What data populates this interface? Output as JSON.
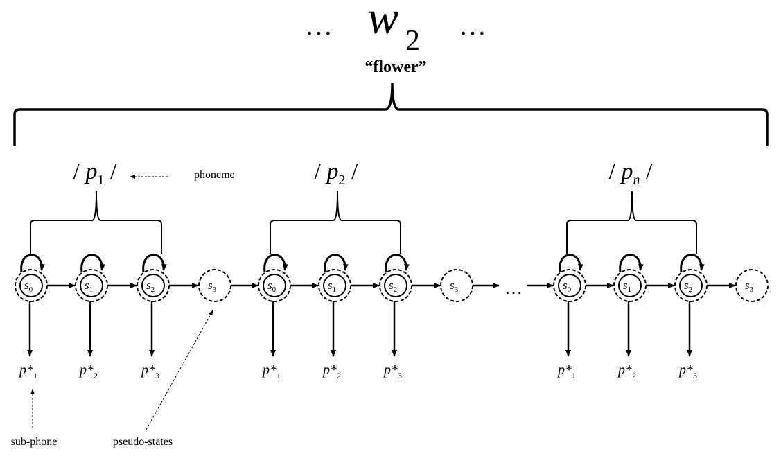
{
  "word": {
    "symbol": "w",
    "subscript": "2",
    "ellipsis_left": "…",
    "ellipsis_right": "…",
    "gloss": "“flower”"
  },
  "phonemes": [
    {
      "label": "p",
      "subscript": "1"
    },
    {
      "label": "p",
      "subscript": "2"
    },
    {
      "label": "p",
      "subscript": "n"
    }
  ],
  "phoneme_slash": "/",
  "state_symbol": "s",
  "states": [
    "0",
    "1",
    "2"
  ],
  "pseudo_state": "3",
  "subphone_symbol": "p*",
  "subphones": [
    "1",
    "2",
    "3"
  ],
  "chain_ellipsis": "…",
  "annotations": {
    "phoneme": "phoneme",
    "sub_phone": "sub-phone",
    "pseudo_states": "pseudo-states"
  },
  "colors": {
    "ink": "#000000",
    "background": "#ffffff"
  }
}
